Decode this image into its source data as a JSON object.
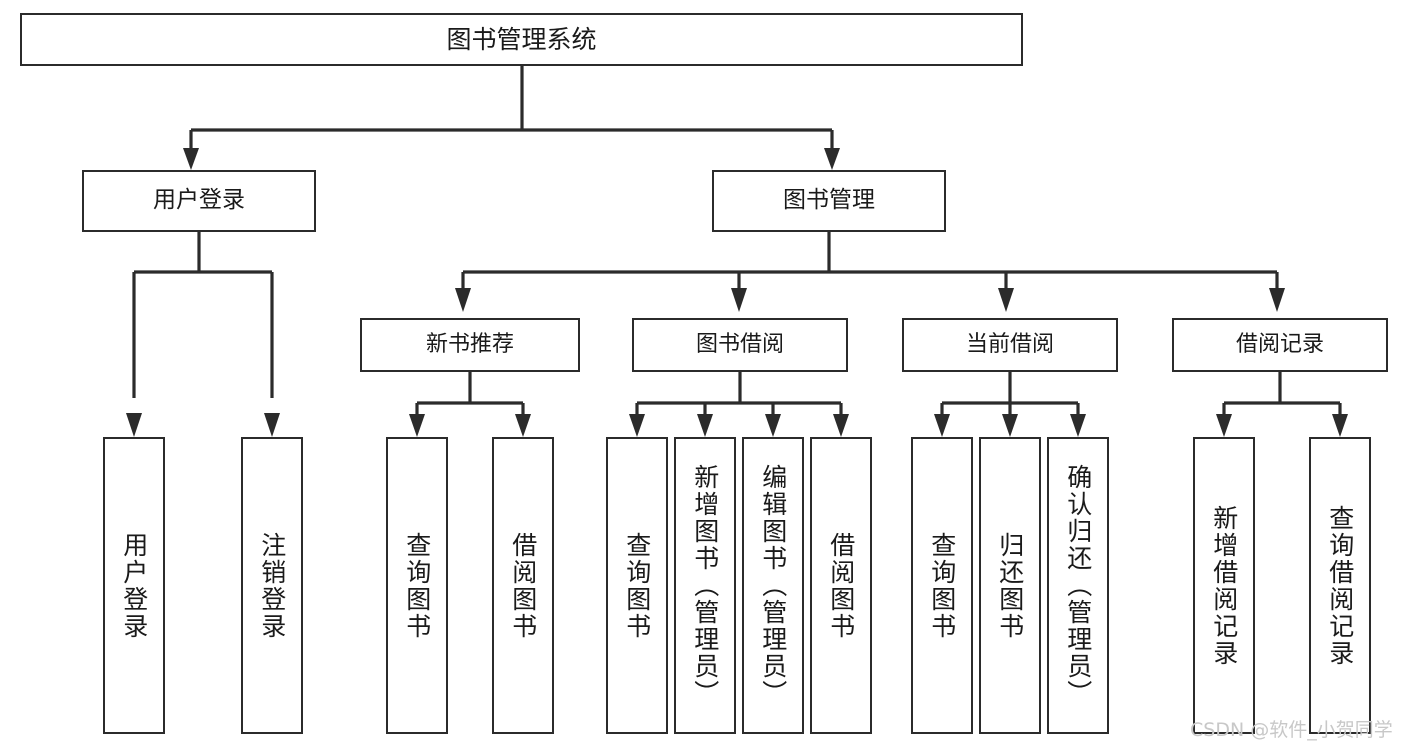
{
  "diagram": {
    "title": "图书管理系统",
    "type": "hierarchy-tree",
    "orientation": "top-down",
    "colors": {
      "box_border": "#2b2b2b",
      "box_fill": "#ffffff",
      "connector": "#2b2b2b",
      "text": "#1a1a1a",
      "watermark": "#c8c8c8",
      "background": "#ffffff"
    },
    "root": {
      "label": "图书管理系统"
    },
    "level1": [
      {
        "id": "user-login",
        "label": "用户登录"
      },
      {
        "id": "book-manage",
        "label": "图书管理"
      }
    ],
    "level2": [
      {
        "id": "new-book-recommend",
        "label": "新书推荐"
      },
      {
        "id": "book-borrow",
        "label": "图书借阅"
      },
      {
        "id": "current-borrow",
        "label": "当前借阅"
      },
      {
        "id": "borrow-record",
        "label": "借阅记录"
      }
    ],
    "leaves": {
      "user_login": [
        {
          "id": "leaf-user-login",
          "label": "用户登录"
        },
        {
          "id": "leaf-logout-login",
          "label": "注销登录"
        }
      ],
      "new_book_recommend": [
        {
          "id": "leaf-query-book-1",
          "label": "查询图书"
        },
        {
          "id": "leaf-borrow-book-1",
          "label": "借阅图书"
        }
      ],
      "book_borrow": [
        {
          "id": "leaf-query-book-2",
          "label": "查询图书"
        },
        {
          "id": "leaf-add-book-admin",
          "label": "新增图书（管理员）"
        },
        {
          "id": "leaf-edit-book-admin",
          "label": "编辑图书（管理员）"
        },
        {
          "id": "leaf-borrow-book-2",
          "label": "借阅图书"
        }
      ],
      "current_borrow": [
        {
          "id": "leaf-query-book-3",
          "label": "查询图书"
        },
        {
          "id": "leaf-return-book",
          "label": "归还图书"
        },
        {
          "id": "leaf-confirm-return-admin",
          "label": "确认归还（管理员）"
        }
      ],
      "borrow_record": [
        {
          "id": "leaf-add-borrow-record",
          "label": "新增借阅记录"
        },
        {
          "id": "leaf-query-borrow-record",
          "label": "查询借阅记录"
        }
      ]
    }
  },
  "watermark": {
    "text": "CSDN @软件_小贺同学"
  }
}
